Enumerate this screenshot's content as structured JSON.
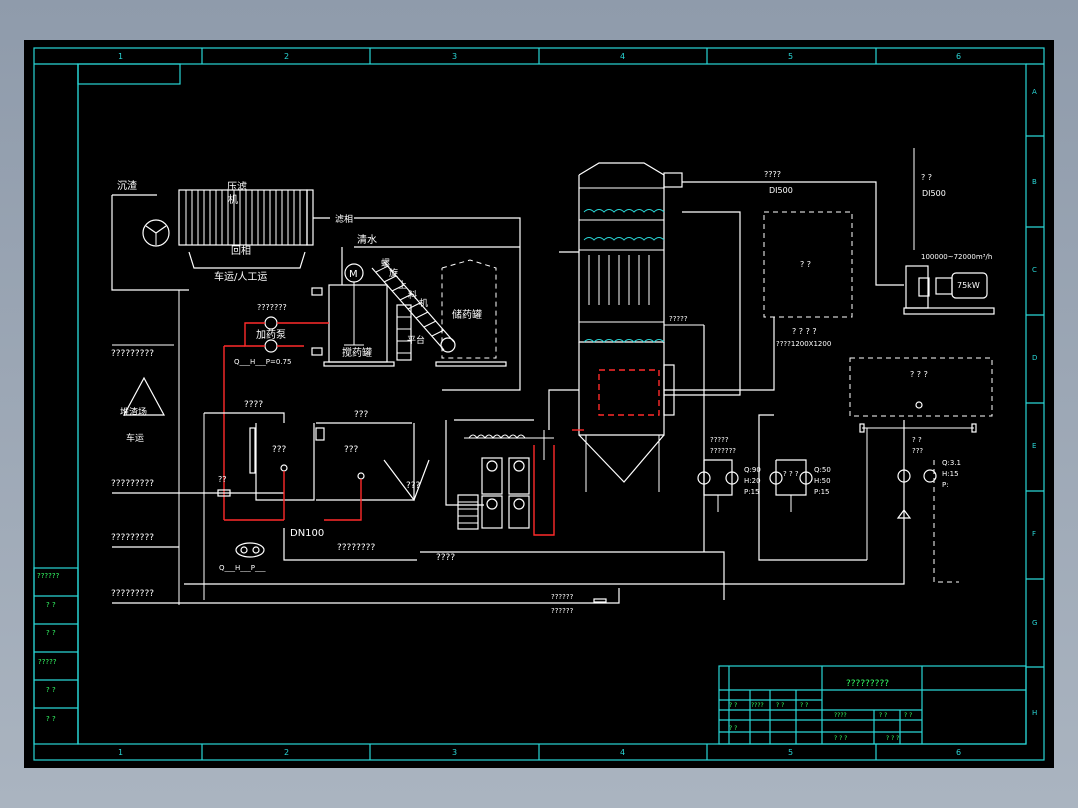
{
  "frame": {
    "column_numbers": [
      "1",
      "2",
      "3",
      "4",
      "5",
      "6"
    ],
    "row_letters": [
      "A",
      "B",
      "C",
      "D",
      "E",
      "F",
      "G",
      "H"
    ]
  },
  "left_margin_labels": [
    "??????",
    "? ?",
    "? ?",
    "?????",
    "? ?",
    "? ?"
  ],
  "equipment": {
    "sludge_inlet": "沉渣",
    "filter_press": "压滤",
    "filter_press_2": "机",
    "return_tank": "回相",
    "truck_manual": "车运/人工运",
    "filtrate": "滤相",
    "clear_water": "清水",
    "screw_feeder_a": "螺",
    "screw_feeder_b": "旋",
    "screw_feeder_c": "上",
    "screw_feeder_d": "料",
    "screw_feeder_e": "机",
    "storage_tank": "储药罐",
    "platform": "平台",
    "dosing_pump_note": "???????",
    "dosing_pump": "加药泵",
    "mixing_tank": "搅药罐",
    "pump_params_left": "Q___H___P=0.75",
    "yard": "堆渣场",
    "yard_truck": "车运",
    "pipe_label_1": "?????????",
    "pipe_label_2": "?????????",
    "pipe_label_3": "?????????",
    "pipe_label_4": "?????????",
    "tank_a_top": "????",
    "tank_a": "???",
    "tank_b_top": "???",
    "tank_b": "???",
    "cone_label": "???",
    "small_q": "??",
    "dn100": "DN100",
    "pipe_mid": "????????",
    "pump_bottom_params": "Q___H___P___",
    "bottom_pipe": "????",
    "bottom_note_1": "??????",
    "bottom_note_2": "??????",
    "tower_side": "?????",
    "duct_top": "????",
    "duct_dia": "DI500",
    "chimney_q": "? ?",
    "chimney_dia": "DI500",
    "fan_flow": "100000~72000m³/h",
    "fan_power": "75kW",
    "box_center": "? ?",
    "box_size_a": "? ? ? ?",
    "box_size_b": "????1200X1200",
    "right_tank": "? ? ?",
    "pump_group_left_a": "?????",
    "pump_group_left_b": "???????",
    "pump_group_left_q": "Q:90",
    "pump_group_left_h": "H:20",
    "pump_group_left_p": "P:15",
    "pump_group_mid_label": "? ? ?",
    "pump_group_mid_q": "Q:50",
    "pump_group_mid_h": "H:50",
    "pump_group_mid_p": "P:15",
    "pump_group_right_a": "? ?",
    "pump_group_right_b": "???",
    "pump_group_right_q": "Q:3.1",
    "pump_group_right_h": "H:15",
    "pump_group_right_p": "P:"
  },
  "title_block": {
    "drawing_title": "?????????",
    "cells": [
      "? ?",
      "????",
      "? ?",
      "? ?",
      "????",
      "? ?",
      "? ?",
      "? ?",
      "? ? ?",
      "? ? ?"
    ]
  }
}
